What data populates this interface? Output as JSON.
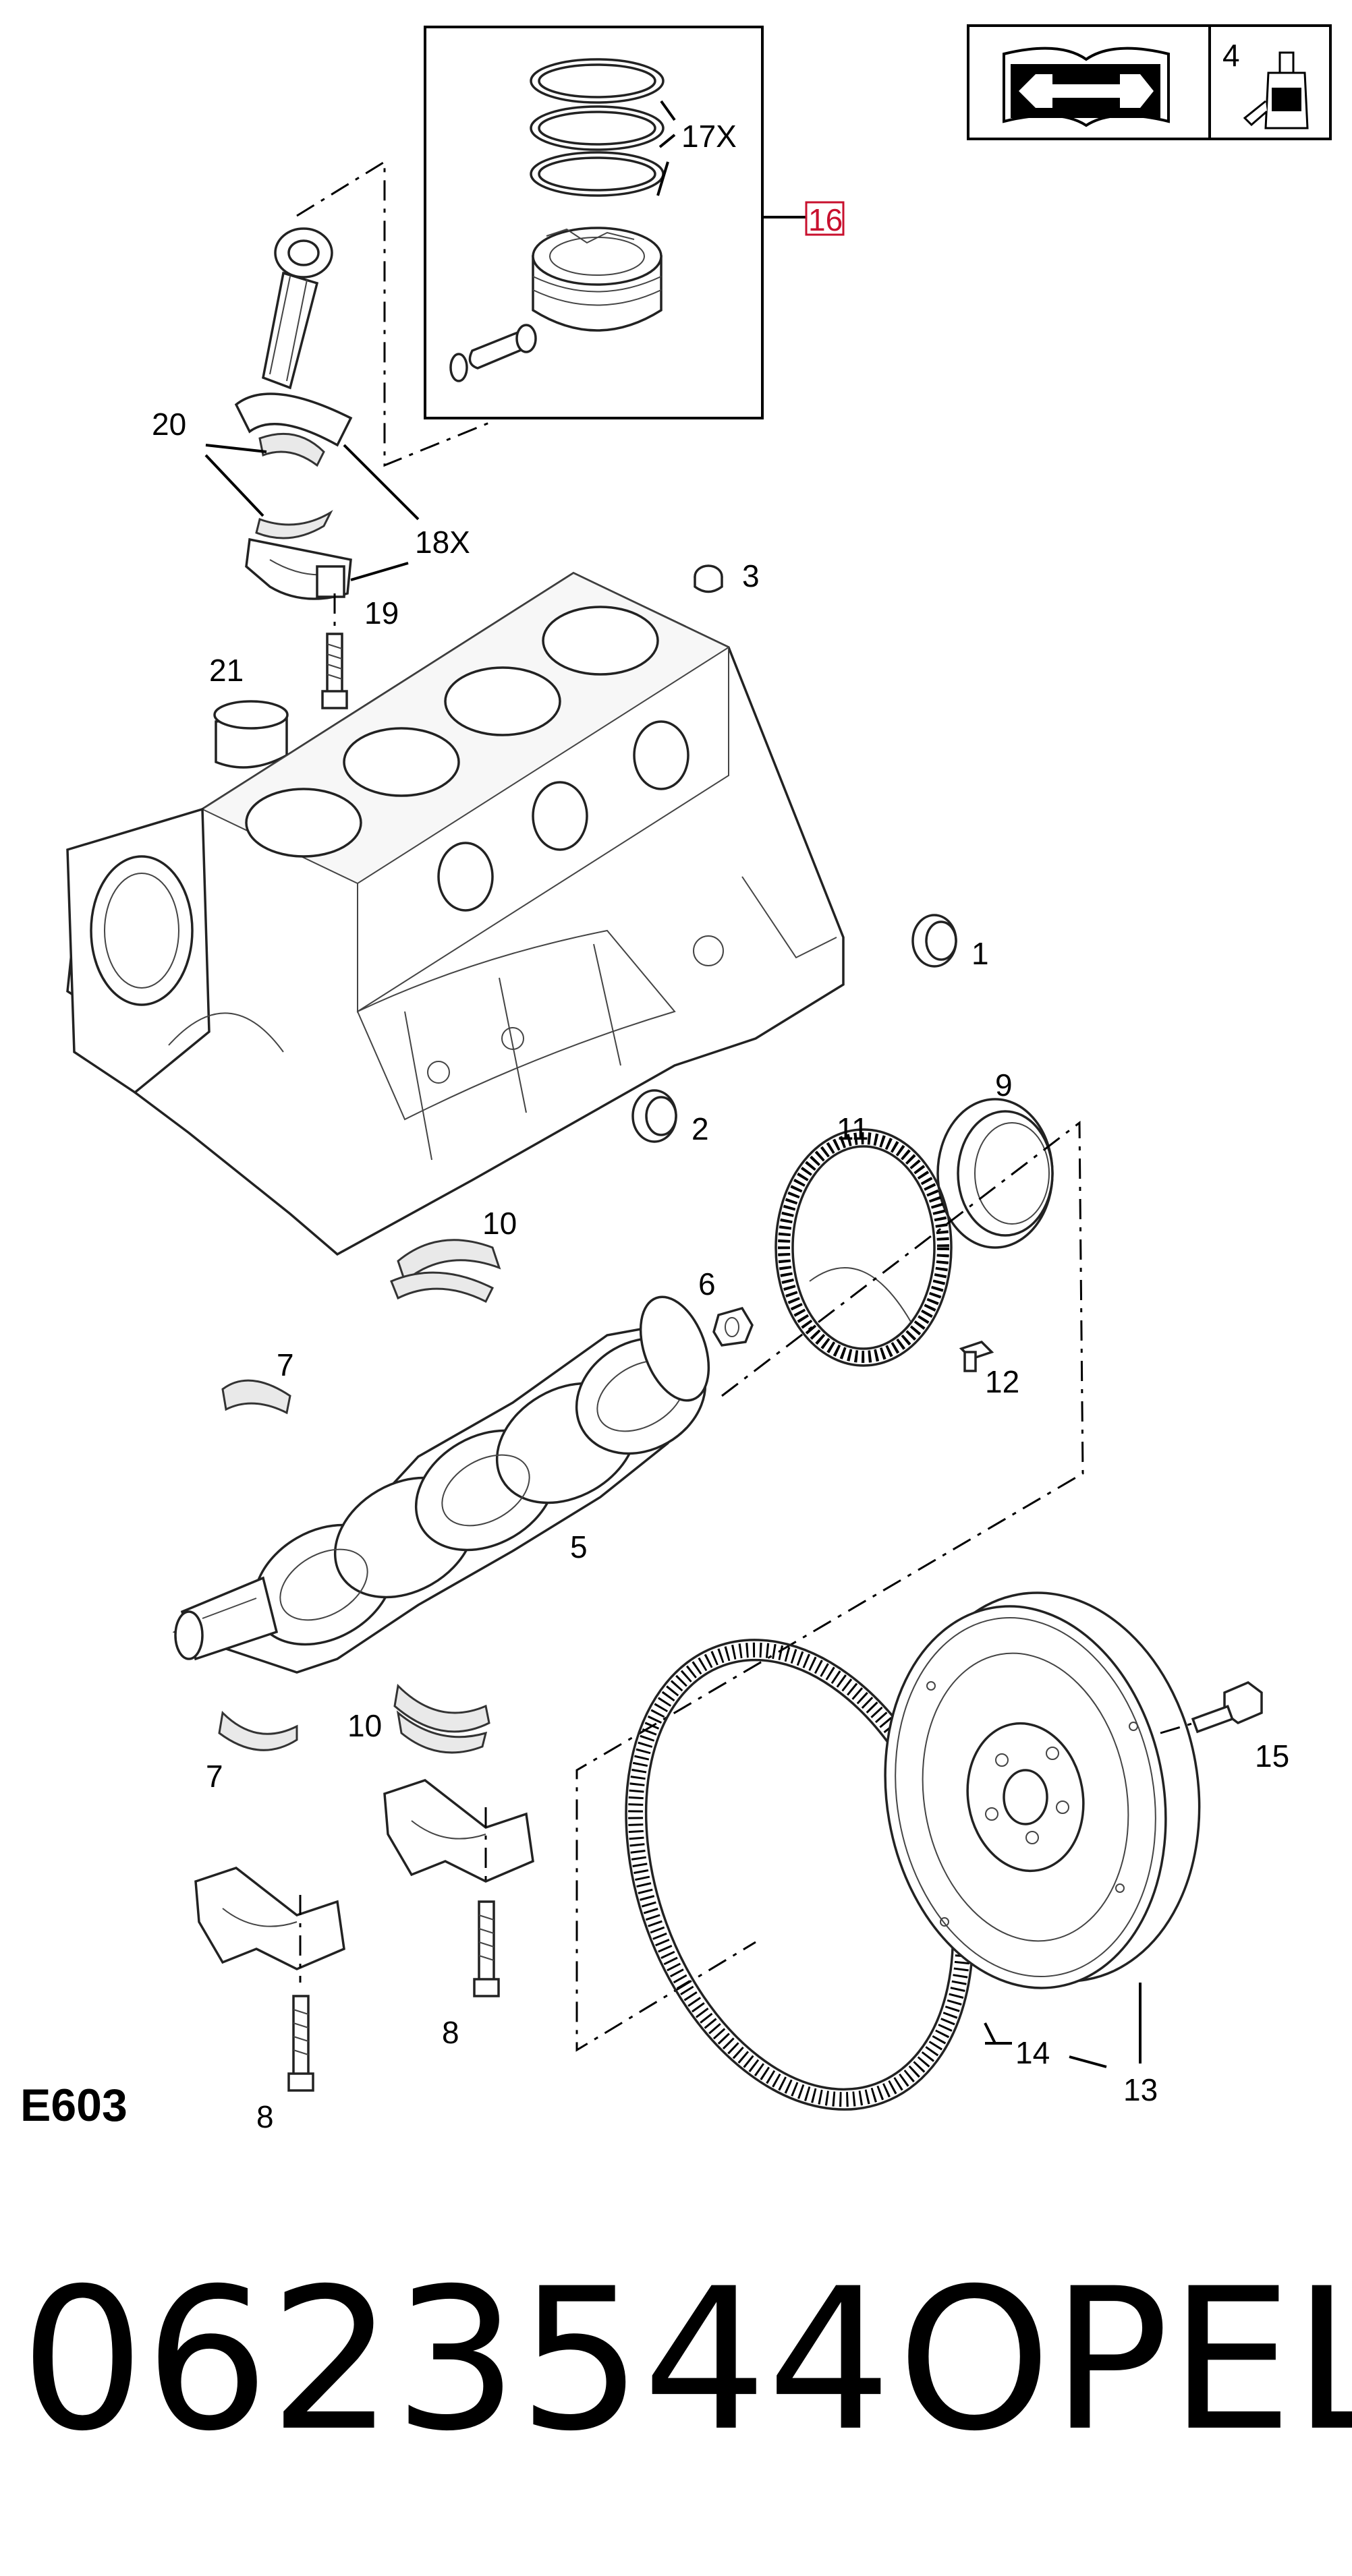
{
  "diagram": {
    "section_code": "E603",
    "part_number": "0623544",
    "brand": "OPEL",
    "info_box_number": "4",
    "callouts": {
      "c1": "1",
      "c2": "2",
      "c3": "3",
      "c5": "5",
      "c6": "6",
      "c7a": "7",
      "c7b": "7",
      "c8a": "8",
      "c8b": "8",
      "c9": "9",
      "c10a": "10",
      "c10b": "10",
      "c11": "11",
      "c12": "12",
      "c13": "13",
      "c14": "14",
      "c15": "15",
      "c16": "16",
      "c17": "17X",
      "c18": "18X",
      "c19": "19",
      "c20": "20",
      "c21": "21"
    },
    "highlight_color": "#c8102e",
    "icons": [
      "manual-wrench-icon",
      "sealant-bottle-icon"
    ]
  }
}
